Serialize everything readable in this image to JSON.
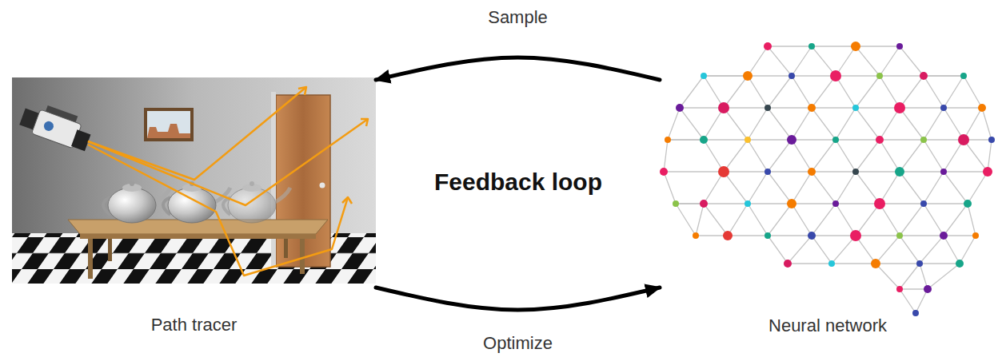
{
  "diagram": {
    "nodes": [
      {
        "text": [
          "Path tracer"
        ]
      },
      {
        "text": [
          "Neural network"
        ]
      }
    ],
    "edges": [
      {
        "from": 1,
        "to": 0,
        "label": "Sample",
        "arrow": "to"
      },
      {
        "from": 0,
        "to": 1,
        "label": "Optimize",
        "arrow": "to"
      }
    ],
    "labels": [
      "Feedback loop"
    ]
  }
}
